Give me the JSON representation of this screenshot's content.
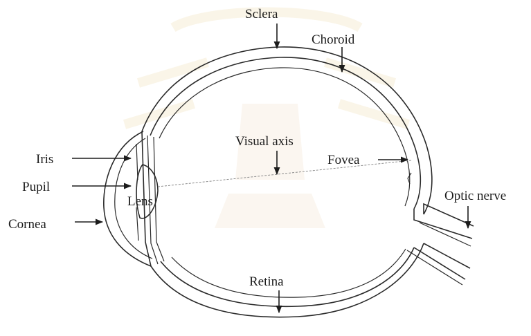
{
  "diagram": {
    "labels": {
      "sclera": "Sclera",
      "choroid": "Choroid",
      "visual_axis": "Visual axis",
      "fovea": "Fovea",
      "iris": "Iris",
      "pupil": "Pupil",
      "lens": "Lens",
      "cornea": "Cornea",
      "optic_nerve": "Optic nerve",
      "retina": "Retina"
    },
    "colors": {
      "ink": "#2a2a2a",
      "watermark": "#d9b44a",
      "background": "#ffffff"
    }
  }
}
